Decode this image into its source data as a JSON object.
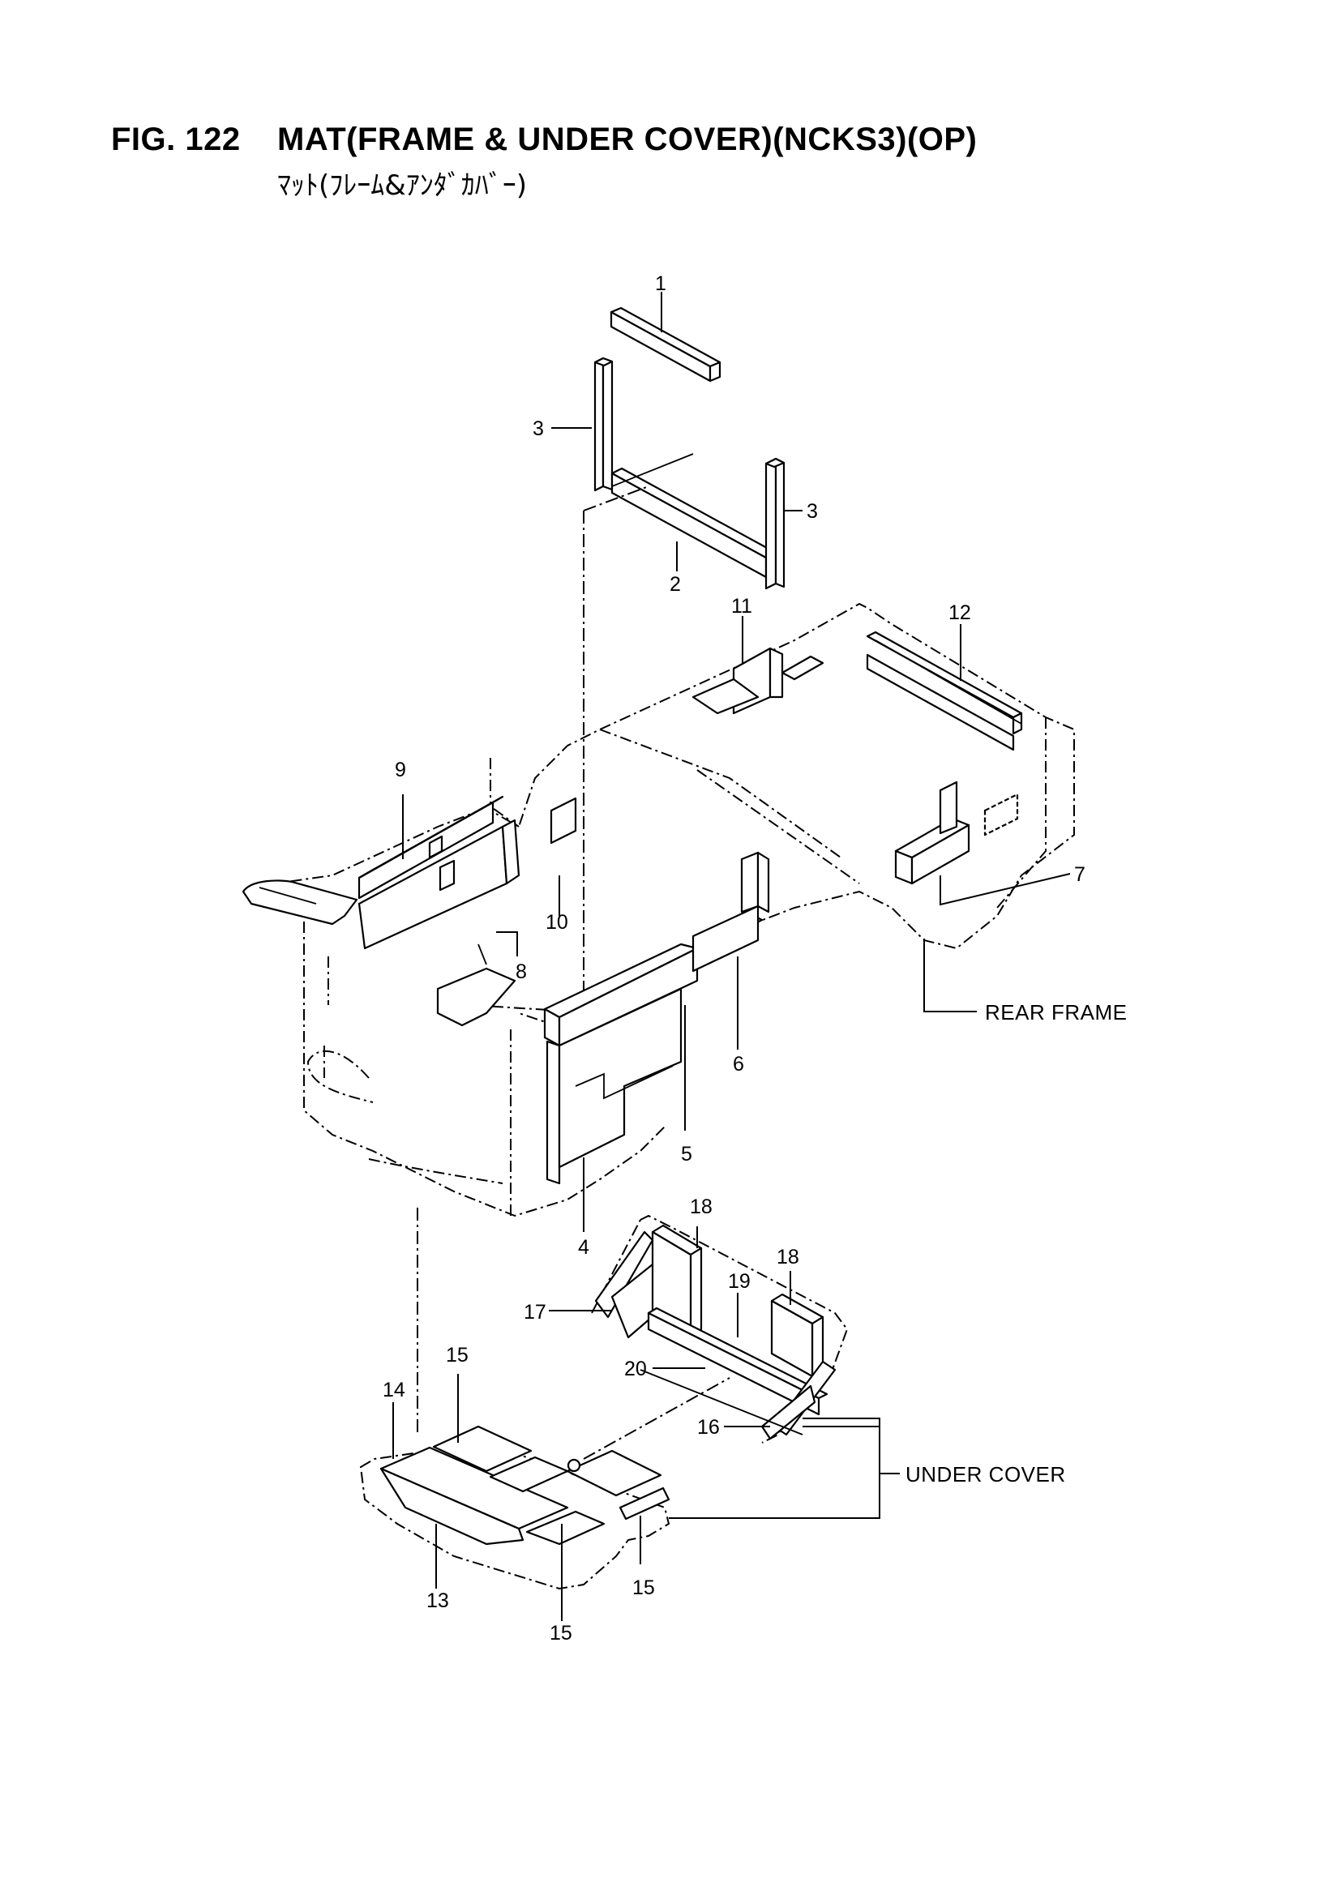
{
  "header": {
    "fig_number": "FIG. 122",
    "title": "MAT(FRAME & UNDER COVER)(NCKS3)(OP)",
    "subtitle": "ﾏｯﾄ(ﾌﾚｰﾑ&ｱﾝﾀﾞｶﾊﾞｰ)"
  },
  "callouts": {
    "c1": "1",
    "c2": "2",
    "c3a": "3",
    "c3b": "3",
    "c4": "4",
    "c5": "5",
    "c6": "6",
    "c7": "7",
    "c8": "8",
    "c9": "9",
    "c10": "10",
    "c11": "11",
    "c12": "12",
    "c13": "13",
    "c14": "14",
    "c15a": "15",
    "c15b": "15",
    "c15c": "15",
    "c16": "16",
    "c17": "17",
    "c18a": "18",
    "c18b": "18",
    "c19": "19",
    "c20": "20"
  },
  "groups": {
    "rear_frame": "REAR FRAME",
    "under_cover": "UNDER COVER"
  }
}
